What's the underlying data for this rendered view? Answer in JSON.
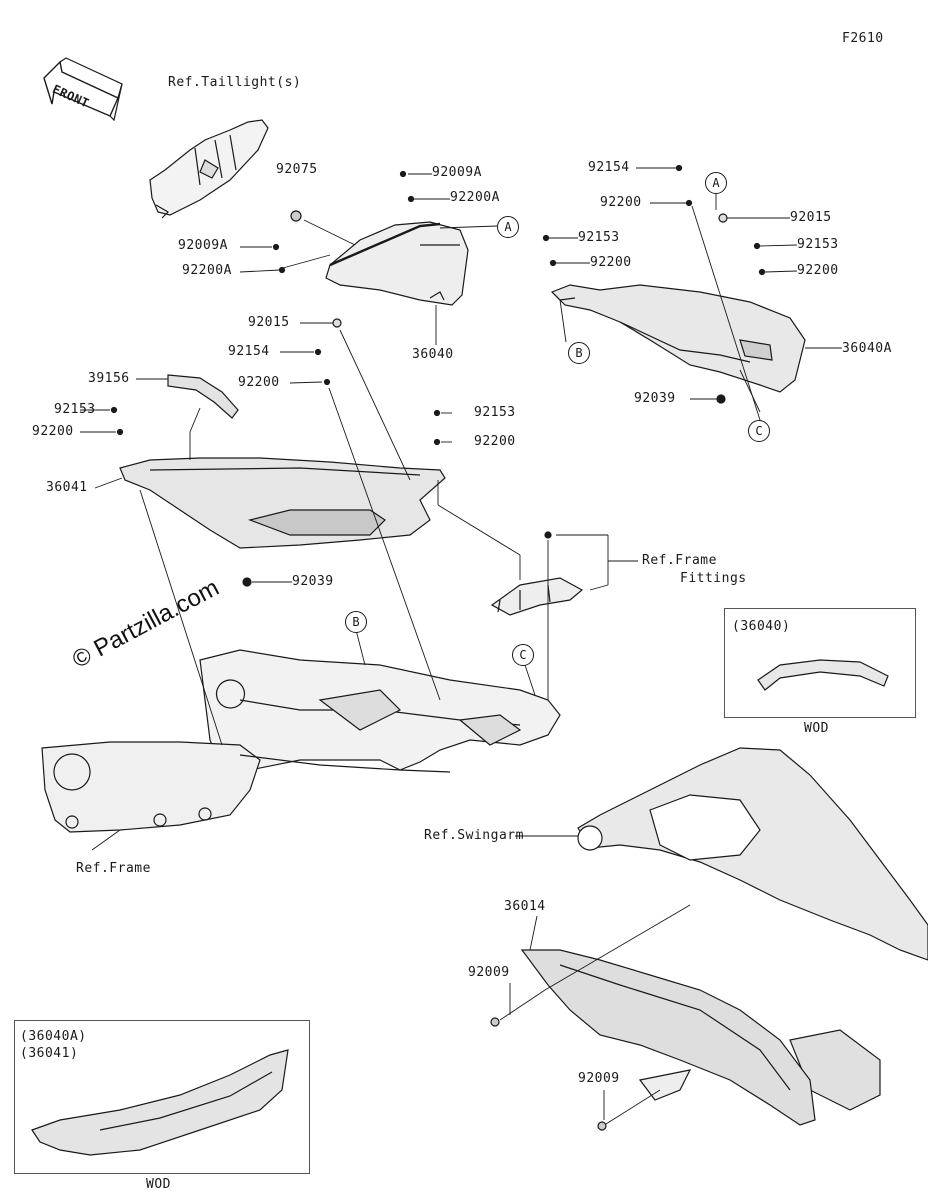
{
  "figure_code": "F2610",
  "front_arrow": "FRONT",
  "watermark": "© Partzilla.com",
  "refs": {
    "taillight": "Ref.Taillight(s)",
    "frame_fittings_1": "Ref.Frame",
    "frame_fittings_2": "Fittings",
    "frame": "Ref.Frame",
    "swingarm": "Ref.Swingarm"
  },
  "callouts": {
    "a1": "A",
    "a2": "A",
    "b1": "B",
    "b2": "B",
    "c1": "C",
    "c2": "C"
  },
  "parts": {
    "p92075": "92075",
    "p92009a_1": "92009A",
    "p92200a_1": "92200A",
    "p92009a_2": "92009A",
    "p92200a_2": "92200A",
    "p92015_1": "92015",
    "p36040": "36040",
    "p92154_1": "92154",
    "p92200_1": "92200",
    "p39156": "39156",
    "p92153_1": "92153",
    "p92200_2": "92200",
    "p36041": "36041",
    "p92039_1": "92039",
    "p92153_2": "92153",
    "p92200_3": "92200",
    "p92154_2": "92154",
    "p92200_4": "92200",
    "p92153_3": "92153",
    "p92200_5": "92200",
    "p92015_2": "92015",
    "p92153_4": "92153",
    "p92200_6": "92200",
    "p36040a": "36040A",
    "p92039_2": "92039",
    "p36014": "36014",
    "p92009_1": "92009",
    "p92009_2": "92009"
  },
  "inset_36040": {
    "title": "(36040)",
    "caption": "WOD"
  },
  "inset_36040a": {
    "title1": "(36040A)",
    "title2": "(36041)",
    "caption": "WOD"
  }
}
